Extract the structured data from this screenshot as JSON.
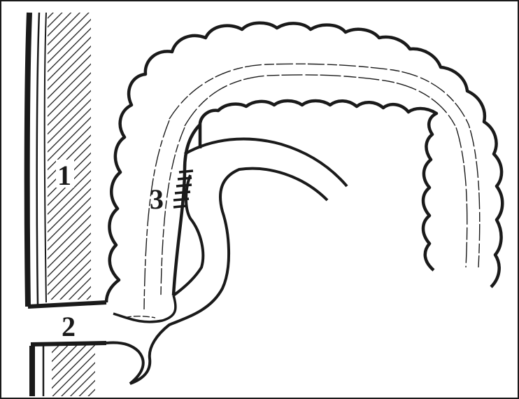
{
  "labels": {
    "one": "1",
    "two": "2",
    "three": "3"
  },
  "colors": {
    "ink": "#1a1a1a",
    "paper": "#ffffff"
  }
}
